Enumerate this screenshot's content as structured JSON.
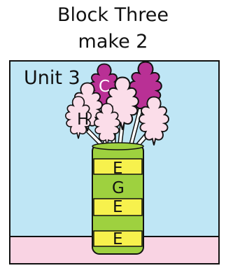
{
  "header": {
    "line1": "Block Three",
    "line2": "make 2"
  },
  "panel": {
    "label": "Unit 3"
  },
  "letters": {
    "c": "C",
    "h": "H",
    "e1": "E",
    "g": "G",
    "e2": "E",
    "e3": "E"
  },
  "colors": {
    "sky": "#bfe6f5",
    "floor": "#f9d3e3",
    "vase_green": "#9ed13f",
    "vase_yellow": "#f7f14d",
    "flower_magenta": "#b93095",
    "flower_pink": "#fbdde9",
    "stem": "#ffffff"
  }
}
